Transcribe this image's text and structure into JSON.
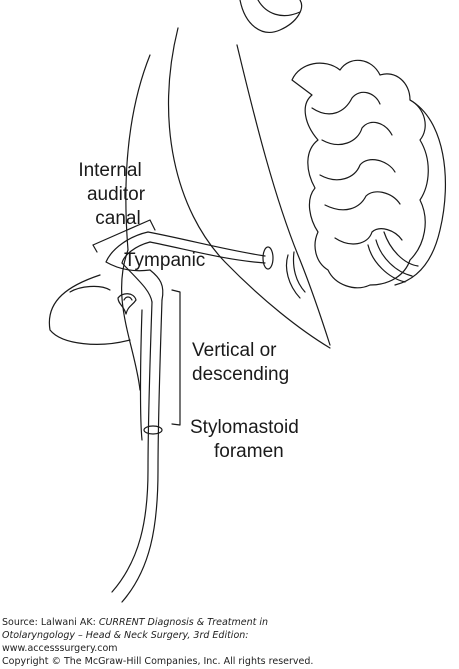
{
  "labels": {
    "internal_1": "Internal",
    "internal_2": "auditor",
    "internal_3": "canal",
    "tympanic": "Tympanic",
    "vertical_1": "Vertical or",
    "vertical_2": "descending",
    "stylo_1": "Stylomastoid",
    "stylo_2": "foramen"
  },
  "credit": {
    "source_prefix": "Source: Lalwani AK: ",
    "source_title": "CURRENT Diagnosis & Treatment in",
    "source_title_2": "Otolaryngology – Head & Neck Surgery, 3rd Edition:",
    "url": "www.accesssurgery.com",
    "copyright": "Copyright © The McGraw-Hill Companies, Inc. All rights reserved."
  }
}
